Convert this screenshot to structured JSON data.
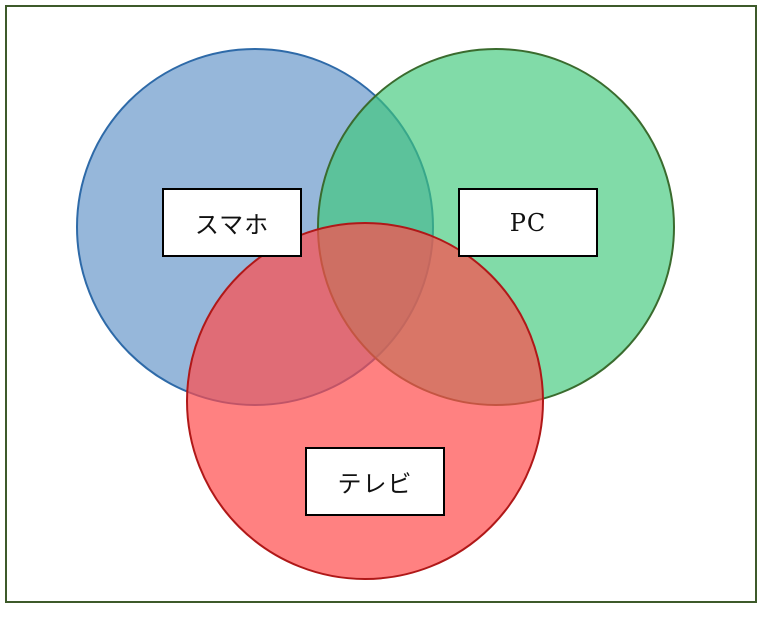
{
  "diagram": {
    "type": "venn",
    "sets": [
      {
        "key": "smartphone",
        "label": "スマホ",
        "fill": "#6e9bcc",
        "stroke": "#2e6aa8"
      },
      {
        "key": "pc",
        "label": "PC",
        "fill": "#3ec87a",
        "stroke": "#3a6b2e"
      },
      {
        "key": "tv",
        "label": "テレビ",
        "fill": "#ff4c4c",
        "stroke": "#b01818"
      }
    ],
    "frame_color": "#3d5a2a"
  }
}
